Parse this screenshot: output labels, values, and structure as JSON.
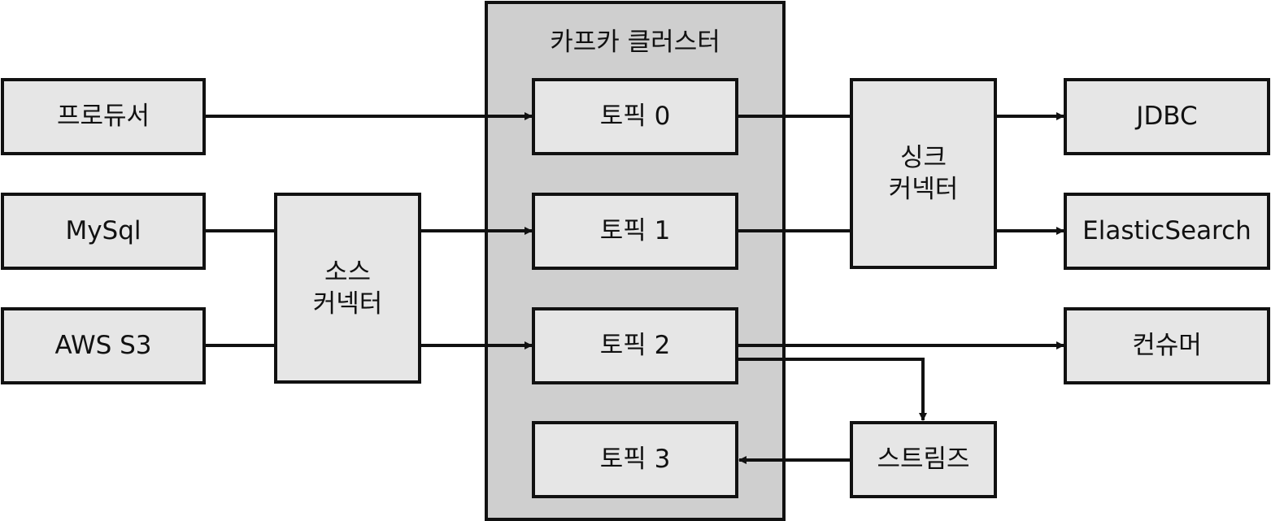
{
  "cluster": {
    "title": "카프카 클러스터"
  },
  "sources": {
    "producer": "프로듀서",
    "mysql": "MySql",
    "aws_s3": "AWS S3"
  },
  "source_connector": {
    "label": "소스\n커넥터"
  },
  "topics": [
    "토픽 0",
    "토픽 1",
    "토픽 2",
    "토픽 3"
  ],
  "sink_connector": {
    "label": "싱크\n커넥터"
  },
  "sinks": {
    "jdbc": "JDBC",
    "elasticsearch": "ElasticSearch",
    "consumer": "컨슈머"
  },
  "streams": {
    "label": "스트림즈"
  },
  "colors": {
    "box_fill": "#e6e6e6",
    "cluster_fill": "#cfcfcf",
    "stroke": "#111111"
  }
}
